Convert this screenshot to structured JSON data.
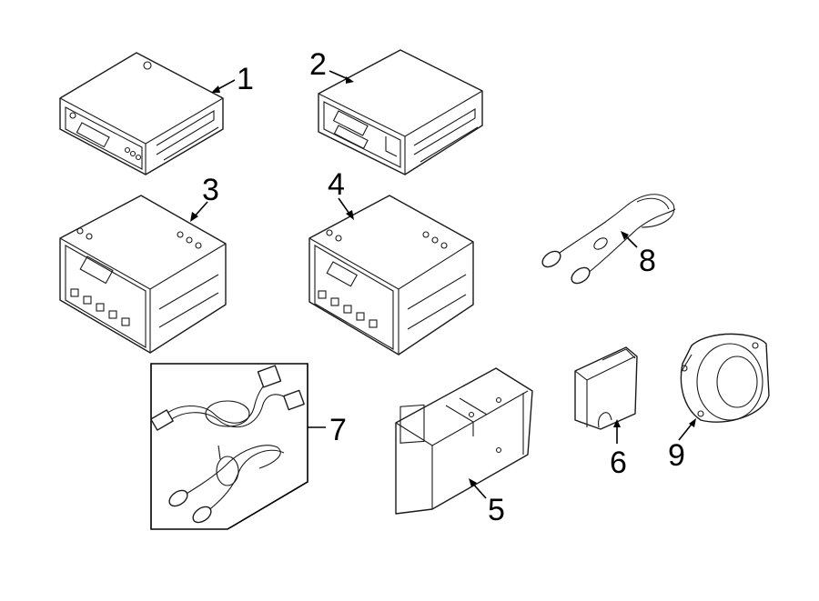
{
  "callouts": {
    "c1": "1",
    "c2": "2",
    "c3": "3",
    "c4": "4",
    "c5": "5",
    "c6": "6",
    "c7": "7",
    "c8": "8",
    "c9": "9"
  },
  "parts": [
    {
      "callout": "1",
      "icon": "radio-receiver-unit"
    },
    {
      "callout": "2",
      "icon": "radio-receiver-unit"
    },
    {
      "callout": "3",
      "icon": "radio-receiver-unit"
    },
    {
      "callout": "4",
      "icon": "radio-receiver-unit"
    },
    {
      "callout": "5",
      "icon": "mounting-bracket"
    },
    {
      "callout": "6",
      "icon": "control-module"
    },
    {
      "callout": "7",
      "icon": "wiring-harness-kit"
    },
    {
      "callout": "8",
      "icon": "antenna-cable"
    },
    {
      "callout": "9",
      "icon": "speaker"
    }
  ],
  "colors": {
    "line": "#1a1a1a",
    "background": "#ffffff"
  }
}
